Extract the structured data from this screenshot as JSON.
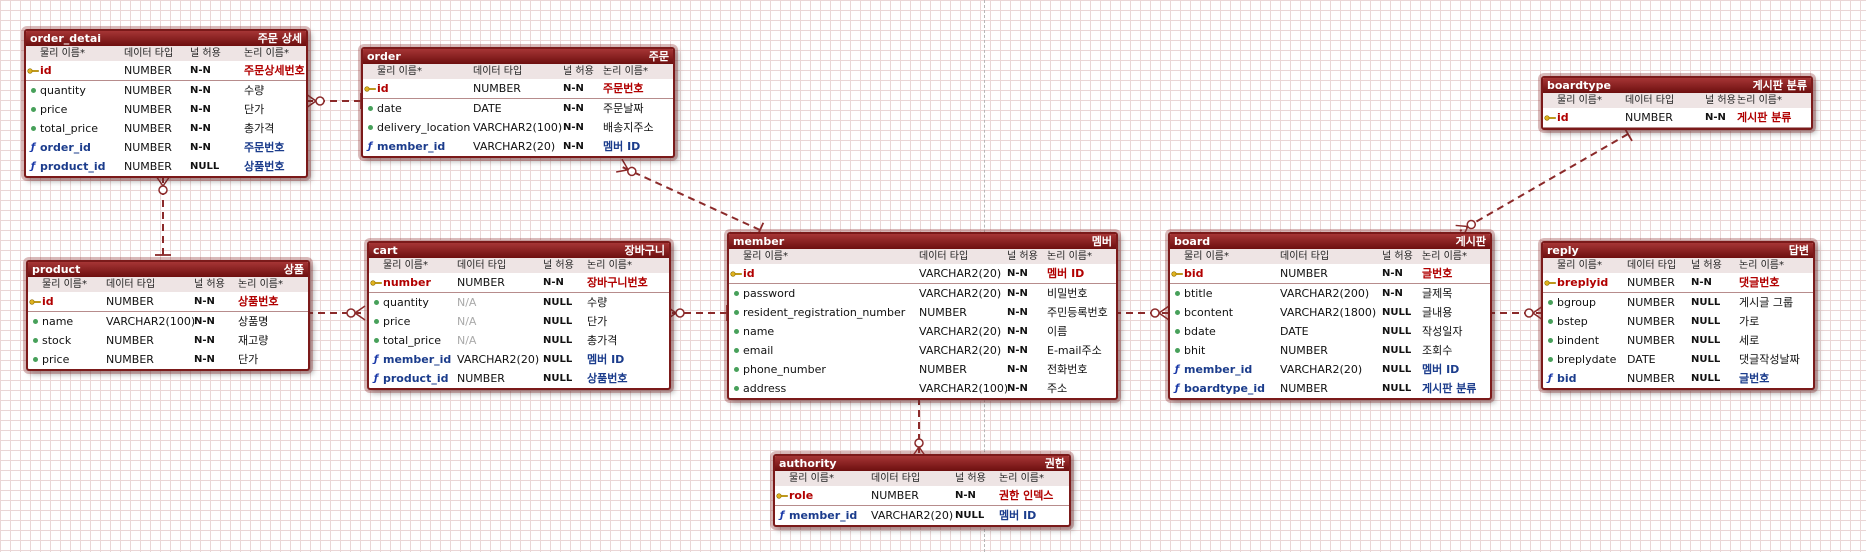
{
  "column_headers": {
    "physical": "물리 이름*",
    "type": "데이터 타입",
    "nullable": "널 허용",
    "logical": "논리 이름*"
  },
  "colors": {
    "header": "#8b1a1a",
    "pk_text": "#b10000",
    "fk_text": "#1b3c8c",
    "grid": "#ead6d6"
  },
  "tables": {
    "order_detail": {
      "name": "order_detai",
      "logical": "주문 상세",
      "rows": [
        {
          "kind": "pk",
          "icon": "key-icon",
          "name": "id",
          "type": "NUMBER",
          "null": "N-N",
          "logical": "주문상세번호"
        },
        {
          "kind": "attr",
          "icon": "dot-icon",
          "name": "quantity",
          "type": "NUMBER",
          "null": "N-N",
          "logical": "수량"
        },
        {
          "kind": "attr",
          "icon": "dot-icon",
          "name": "price",
          "type": "NUMBER",
          "null": "N-N",
          "logical": "단가"
        },
        {
          "kind": "attr",
          "icon": "dot-icon",
          "name": "total_price",
          "type": "NUMBER",
          "null": "N-N",
          "logical": "총가격"
        },
        {
          "kind": "fk",
          "icon": "fk-icon",
          "name": "order_id",
          "type": "NUMBER",
          "null": "N-N",
          "logical": "주문번호"
        },
        {
          "kind": "fk",
          "icon": "fk-icon",
          "name": "product_id",
          "type": "NUMBER",
          "null": "NULL",
          "logical": "상품번호"
        }
      ]
    },
    "order": {
      "name": "order",
      "logical": "주문",
      "rows": [
        {
          "kind": "pk",
          "icon": "key-icon",
          "name": "id",
          "type": "NUMBER",
          "null": "N-N",
          "logical": "주문번호"
        },
        {
          "kind": "attr",
          "icon": "dot-icon",
          "name": "date",
          "type": "DATE",
          "null": "N-N",
          "logical": "주문날짜"
        },
        {
          "kind": "attr",
          "icon": "dot-icon",
          "name": "delivery_location",
          "type": "VARCHAR2(100)",
          "null": "N-N",
          "logical": "배송지주소"
        },
        {
          "kind": "fk",
          "icon": "fk-icon",
          "name": "member_id",
          "type": "VARCHAR2(20)",
          "null": "N-N",
          "logical": "멤버 ID"
        }
      ]
    },
    "product": {
      "name": "product",
      "logical": "상품",
      "rows": [
        {
          "kind": "pk",
          "icon": "key-icon",
          "name": "id",
          "type": "NUMBER",
          "null": "N-N",
          "logical": "상품번호"
        },
        {
          "kind": "attr",
          "icon": "dot-icon",
          "name": "name",
          "type": "VARCHAR2(100)",
          "null": "N-N",
          "logical": "상품명"
        },
        {
          "kind": "attr",
          "icon": "dot-icon",
          "name": "stock",
          "type": "NUMBER",
          "null": "N-N",
          "logical": "재고량"
        },
        {
          "kind": "attr",
          "icon": "dot-icon",
          "name": "price",
          "type": "NUMBER",
          "null": "N-N",
          "logical": "단가"
        }
      ]
    },
    "cart": {
      "name": "cart",
      "logical": "장바구니",
      "rows": [
        {
          "kind": "pk",
          "icon": "key-icon",
          "name": "number",
          "type": "NUMBER",
          "null": "N-N",
          "logical": "장바구니번호"
        },
        {
          "kind": "attr",
          "icon": "dot-icon",
          "name": "quantity",
          "type": "N/A",
          "null": "NULL",
          "logical": "수량"
        },
        {
          "kind": "attr",
          "icon": "dot-icon",
          "name": "price",
          "type": "N/A",
          "null": "NULL",
          "logical": "단가"
        },
        {
          "kind": "attr",
          "icon": "dot-icon",
          "name": "total_price",
          "type": "N/A",
          "null": "NULL",
          "logical": "총가격"
        },
        {
          "kind": "fk",
          "icon": "fk-icon",
          "name": "member_id",
          "type": "VARCHAR2(20)",
          "null": "NULL",
          "logical": "멤버 ID"
        },
        {
          "kind": "fk",
          "icon": "fk-icon",
          "name": "product_id",
          "type": "NUMBER",
          "null": "NULL",
          "logical": "상품번호"
        }
      ]
    },
    "member": {
      "name": "member",
      "logical": "멤버",
      "rows": [
        {
          "kind": "pk",
          "icon": "key-icon",
          "name": "id",
          "type": "VARCHAR2(20)",
          "null": "N-N",
          "logical": "멤버 ID"
        },
        {
          "kind": "attr",
          "icon": "dot-icon",
          "name": "password",
          "type": "VARCHAR2(20)",
          "null": "N-N",
          "logical": "비밀번호"
        },
        {
          "kind": "attr",
          "icon": "dot-icon",
          "name": "resident_registration_number",
          "type": "NUMBER",
          "null": "N-N",
          "logical": "주민등록번호"
        },
        {
          "kind": "attr",
          "icon": "dot-icon",
          "name": "name",
          "type": "VARCHAR2(20)",
          "null": "N-N",
          "logical": "이름"
        },
        {
          "kind": "attr",
          "icon": "dot-icon",
          "name": "email",
          "type": "VARCHAR2(20)",
          "null": "N-N",
          "logical": "E-mail주소"
        },
        {
          "kind": "attr",
          "icon": "dot-icon",
          "name": "phone_number",
          "type": "NUMBER",
          "null": "N-N",
          "logical": "전화번호"
        },
        {
          "kind": "attr",
          "icon": "dot-icon",
          "name": "address",
          "type": "VARCHAR2(100)",
          "null": "N-N",
          "logical": "주소"
        }
      ]
    },
    "authority": {
      "name": "authority",
      "logical": "권한",
      "rows": [
        {
          "kind": "pk",
          "icon": "key-icon",
          "name": "role",
          "type": "NUMBER",
          "null": "N-N",
          "logical": "권한 인덱스"
        },
        {
          "kind": "fk",
          "icon": "fk-icon",
          "name": "member_id",
          "type": "VARCHAR2(20)",
          "null": "NULL",
          "logical": "멤버 ID"
        }
      ]
    },
    "boardtype": {
      "name": "boardtype",
      "logical": "게시판 분류",
      "rows": [
        {
          "kind": "pk",
          "icon": "key-icon",
          "name": "id",
          "type": "NUMBER",
          "null": "N-N",
          "logical": "게시판 분류"
        }
      ]
    },
    "board": {
      "name": "board",
      "logical": "게시판",
      "rows": [
        {
          "kind": "pk",
          "icon": "key-icon",
          "name": "bid",
          "type": "NUMBER",
          "null": "N-N",
          "logical": "글번호"
        },
        {
          "kind": "attr",
          "icon": "dot-icon",
          "name": "btitle",
          "type": "VARCHAR2(200)",
          "null": "N-N",
          "logical": "글제목"
        },
        {
          "kind": "attr",
          "icon": "dot-icon",
          "name": "bcontent",
          "type": "VARCHAR2(1800)",
          "null": "NULL",
          "logical": "글내용"
        },
        {
          "kind": "attr",
          "icon": "dot-icon",
          "name": "bdate",
          "type": "DATE",
          "null": "NULL",
          "logical": "작성일자"
        },
        {
          "kind": "attr",
          "icon": "dot-icon",
          "name": "bhit",
          "type": "NUMBER",
          "null": "NULL",
          "logical": "조회수"
        },
        {
          "kind": "fk",
          "icon": "fk-icon",
          "name": "member_id",
          "type": "VARCHAR2(20)",
          "null": "NULL",
          "logical": "멤버 ID"
        },
        {
          "kind": "fk",
          "icon": "fk-icon",
          "name": "boardtype_id",
          "type": "NUMBER",
          "null": "NULL",
          "logical": "게시판 분류"
        }
      ]
    },
    "reply": {
      "name": "reply",
      "logical": "답변",
      "rows": [
        {
          "kind": "pk",
          "icon": "key-icon",
          "name": "breplyid",
          "type": "NUMBER",
          "null": "N-N",
          "logical": "댓글번호"
        },
        {
          "kind": "attr",
          "icon": "dot-icon",
          "name": "bgroup",
          "type": "NUMBER",
          "null": "NULL",
          "logical": "게시글 그룹"
        },
        {
          "kind": "attr",
          "icon": "dot-icon",
          "name": "bstep",
          "type": "NUMBER",
          "null": "NULL",
          "logical": "가로"
        },
        {
          "kind": "attr",
          "icon": "dot-icon",
          "name": "bindent",
          "type": "NUMBER",
          "null": "NULL",
          "logical": "세로"
        },
        {
          "kind": "attr",
          "icon": "dot-icon",
          "name": "breplydate",
          "type": "DATE",
          "null": "NULL",
          "logical": "댓글작성날짜"
        },
        {
          "kind": "fk",
          "icon": "fk-icon",
          "name": "bid",
          "type": "NUMBER",
          "null": "NULL",
          "logical": "글번호"
        }
      ]
    }
  }
}
